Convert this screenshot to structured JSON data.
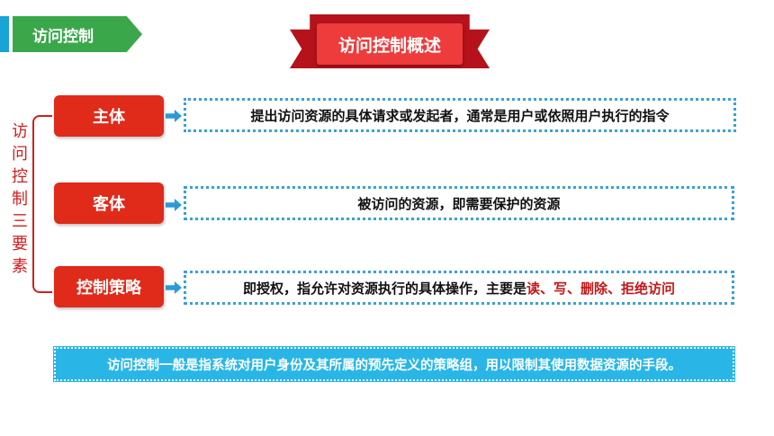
{
  "section_tag": "访问控制",
  "title": "访问控制概述",
  "vertical_label": "访问控制三要素",
  "elements": [
    {
      "label": "主体",
      "description": "提出访问资源的具体请求或发起者，通常是用户或依照用户执行的指令"
    },
    {
      "label": "客体",
      "description": "被访问的资源，即需要保护的资源"
    },
    {
      "label": "控制策略",
      "description_prefix": "即授权，指允许对资源执行的具体操作，主要是",
      "description_highlight": "读、写、删除、拒绝访问"
    }
  ],
  "summary": "访问控制一般是指系统对用户身份及其所属的预先定义的策略组，用以限制其使用数据资源的手段。",
  "colors": {
    "tag_green": "#3aa84a",
    "accent_blue": "#1aa3d6",
    "ribbon_red": "#ee3b3b",
    "pill_red": "#e02a1a",
    "highlight_red": "#c21717",
    "banner_blue": "#29b6e6"
  },
  "icons": [
    "arrow-right-icon"
  ]
}
